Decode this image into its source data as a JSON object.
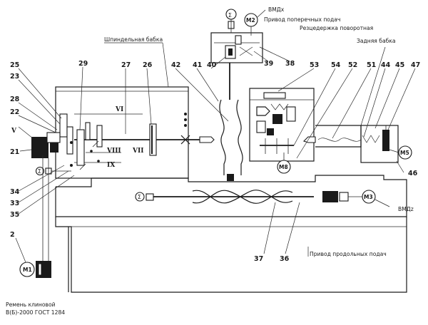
{
  "labels": {
    "spindle_head": "Шпиндельная бабка",
    "cross_feed_drive": "Привод поперечных подач",
    "turret_toolholder": "Резцедержка поворотная",
    "tailstock": "Задняя бабка",
    "longitudinal_feed_drive": "Привод продольных подач",
    "v_belt_line1": "Ремень клиновой",
    "v_belt_line2": "В(Б)-2000 ГОСТ 1284",
    "encoder_top": "ВМДх",
    "encoder_right": "ВМДz"
  },
  "motors": {
    "m1": "M1",
    "m2": "M2",
    "m3": "M3",
    "m5": "M5",
    "m8": "M8"
  },
  "shafts": {
    "v": "V",
    "vi": "VI",
    "vii": "VII",
    "viii": "VIII",
    "ix": "IX"
  },
  "symbols": {
    "sensor_top": "Σ",
    "sensor_left": "Σ",
    "sensor_bottom": "Σ"
  },
  "callouts": {
    "n2": "2",
    "n21": "21",
    "n22": "22",
    "n23": "23",
    "n25": "25",
    "n26": "26",
    "n27": "27",
    "n28": "28",
    "n29": "29",
    "n33": "33",
    "n34": "34",
    "n35": "35",
    "n36": "36",
    "n37": "37",
    "n38": "38",
    "n39": "39",
    "n40": "40",
    "n41": "41",
    "n42": "42",
    "n44": "44",
    "n45": "45",
    "n46": "46",
    "n47": "47",
    "n51": "51",
    "n52": "52",
    "n53": "53",
    "n54": "54"
  }
}
